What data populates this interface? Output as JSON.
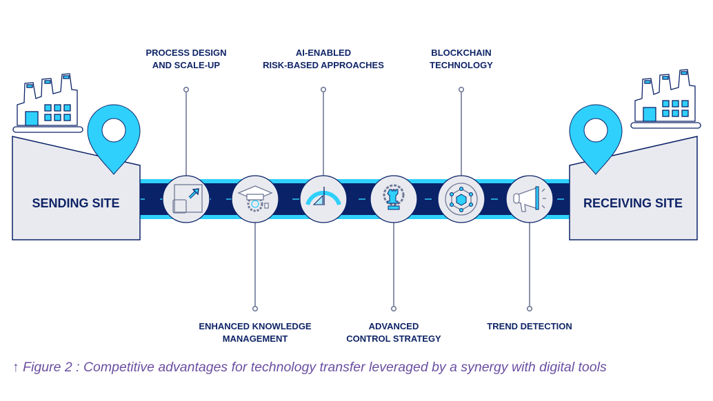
{
  "sites": {
    "sending": "SENDING SITE",
    "receiving": "RECEIVING SITE"
  },
  "top_labels": [
    {
      "line1": "PROCESS DESIGN",
      "line2": "AND SCALE-UP",
      "icon": "scale-up-icon"
    },
    {
      "line1": "AI-ENABLED",
      "line2": "RISK-BASED APPROACHES",
      "icon": "gauge-icon"
    },
    {
      "line1": "BLOCKCHAIN",
      "line2": "TECHNOLOGY",
      "icon": "blockchain-icon"
    }
  ],
  "bottom_labels": [
    {
      "line1": "ENHANCED KNOWLEDGE",
      "line2": "MANAGEMENT",
      "icon": "graduation-gear-icon"
    },
    {
      "line1": "ADVANCED",
      "line2": "CONTROL STRATEGY",
      "icon": "chess-gear-icon"
    },
    {
      "line1": "TREND DETECTION",
      "line2": "",
      "icon": "megaphone-icon"
    }
  ],
  "caption": "↑ Figure 2 : Competitive advantages for technology transfer leveraged by a synergy with digital tools",
  "colors": {
    "navy": "#0a2268",
    "cyan": "#2fd0fb",
    "gray": "#e9eaef",
    "caption": "#6a4ea0"
  }
}
